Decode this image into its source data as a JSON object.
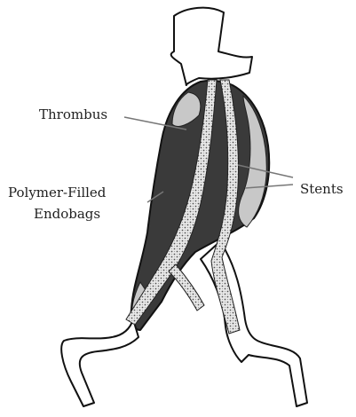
{
  "labels": {
    "thrombus": "Thrombus",
    "stents": "Stents",
    "endobags_line1": "Polymer-Filled",
    "endobags_line2": "Endobags"
  },
  "colors": {
    "endobag": "#3a3a3a",
    "thrombus": "#c8c8c8",
    "vessel_wall": "#111111",
    "stent_fill": "#e2e2e2",
    "leader_line": "#777777",
    "text": "#1f1f1f"
  },
  "icons": {
    "stent_pattern": "stippled-mesh"
  }
}
